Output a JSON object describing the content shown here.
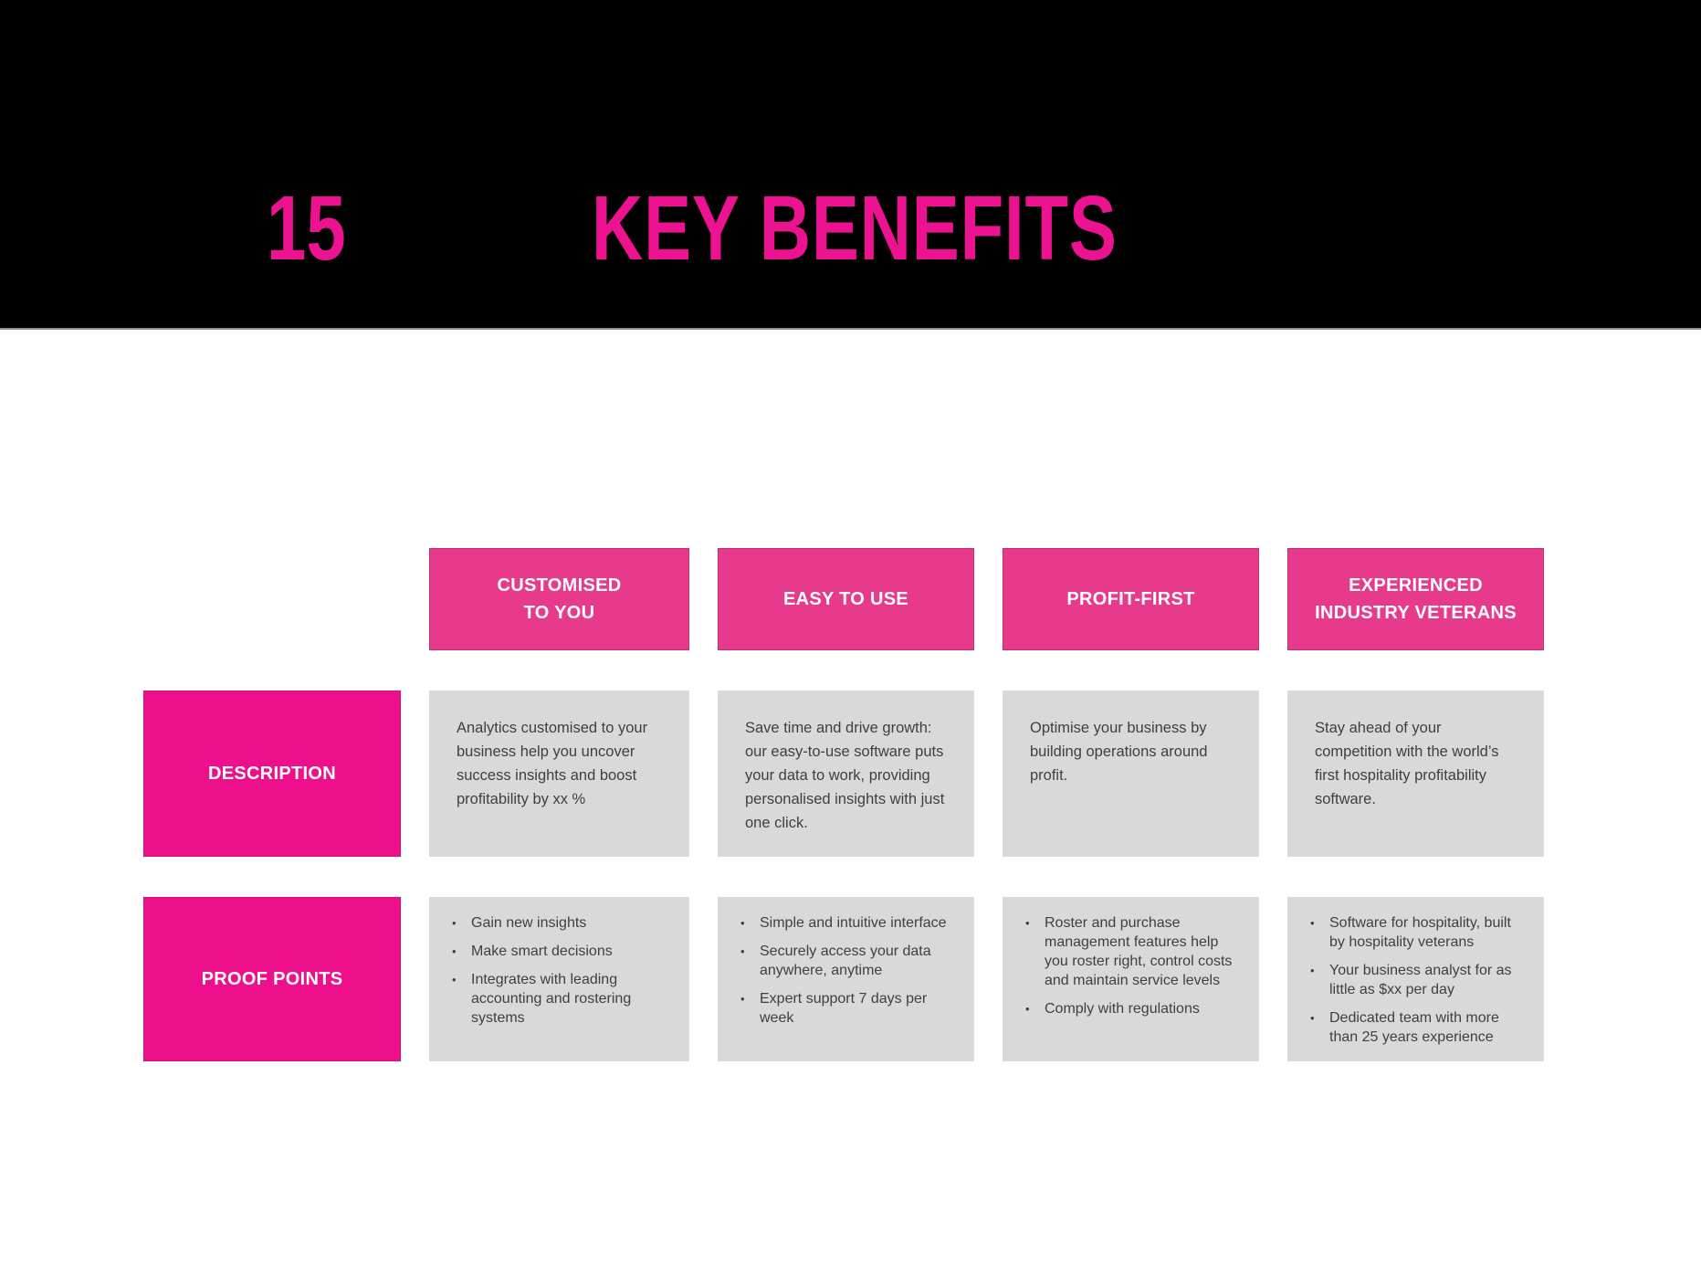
{
  "slide": {
    "number": "15",
    "title": "KEY BENEFITS"
  },
  "colors": {
    "header_bg": "#000000",
    "title_pink": "#ED1390",
    "column_header_pink": "#E83A8C",
    "row_label_pink": "#ED0F8C",
    "cell_gray": "#D9D9D9",
    "body_text": "#3F3F3F"
  },
  "table": {
    "columns": [
      {
        "label": "CUSTOMISED\nTO YOU"
      },
      {
        "label": "EASY TO USE"
      },
      {
        "label": "PROFIT-FIRST"
      },
      {
        "label": "EXPERIENCED\nINDUSTRY VETERANS"
      }
    ],
    "rows": [
      {
        "label": "DESCRIPTION",
        "cells": [
          "Analytics customised to your business help you uncover success insights and boost profitability by xx %",
          "Save time and drive growth: our easy-to-use software puts your data to work, providing personalised insights with just one click.",
          "Optimise your business by building operations around profit.",
          "Stay ahead of your competition with the world’s first hospitality profitability software."
        ]
      },
      {
        "label": "PROOF POINTS",
        "cells": [
          [
            "Gain new insights",
            "Make smart decisions",
            "Integrates with leading accounting and rostering systems"
          ],
          [
            "Simple and intuitive interface",
            "Securely access your data anywhere, anytime",
            "Expert support 7 days per week"
          ],
          [
            "Roster and purchase management features help you roster right, control costs and maintain service levels",
            "Comply with regulations"
          ],
          [
            "Software for hospitality, built by hospitality veterans",
            "Your business analyst for as little as $xx per day",
            "Dedicated team with more than 25 years experience"
          ]
        ]
      }
    ]
  }
}
